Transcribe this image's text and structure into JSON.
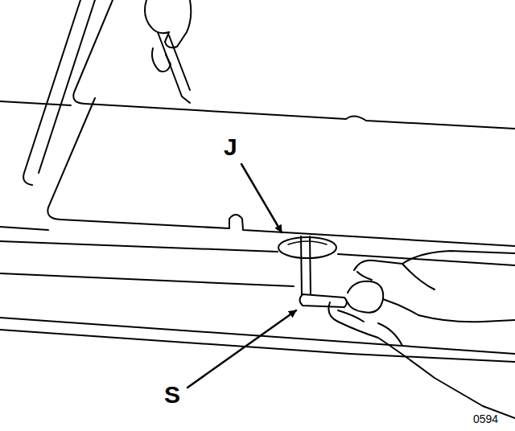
{
  "diagram": {
    "labels": [
      "J",
      "S",
      "0594"
    ]
  }
}
